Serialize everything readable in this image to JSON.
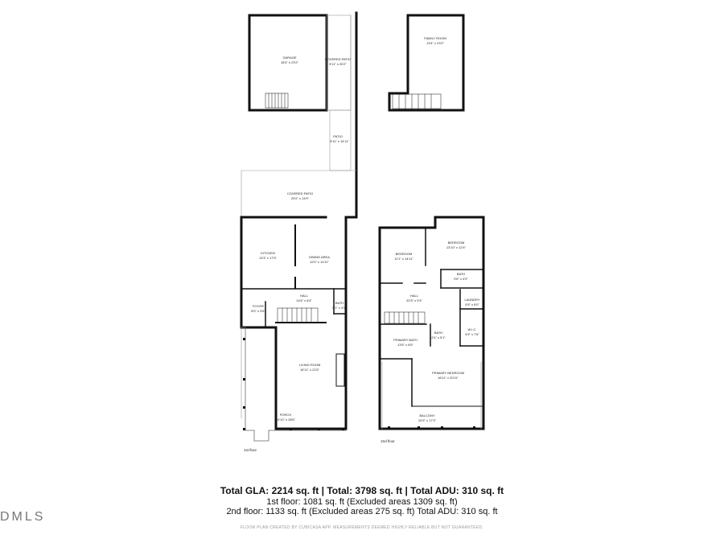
{
  "adu": {
    "garage": {
      "name": "GARAGE",
      "dims": "18'4\" x 23'2\""
    },
    "covered_patio_side": {
      "name": "COVERED PATIO",
      "dims": "5'11\" x 20'2\""
    },
    "patio": {
      "name": "PATIO",
      "dims": "5'11\" x 14'11\""
    },
    "family_room": {
      "name": "FAMILY ROOM",
      "dims": "13'4\" x 23'2\""
    }
  },
  "first_floor": {
    "label": "1st floor",
    "covered_patio": {
      "name": "COVERED PATIO",
      "dims": "29'2\" x 14'9\""
    },
    "kitchen": {
      "name": "KITCHEN",
      "dims": "13'3\" x 17'5\""
    },
    "dining": {
      "name": "DINING AREA",
      "dims": "12'0\" x 14'11\""
    },
    "foyer": {
      "name": "FOYER",
      "dims": "8'0\" x 9'5\""
    },
    "hall": {
      "name": "HALL",
      "dims": "14'6\" x 8'4\""
    },
    "bath": {
      "name": "BATH",
      "dims": "5'1\" x 4'9\""
    },
    "living": {
      "name": "LIVING ROOM",
      "dims": "16'11\" x 21'5\""
    },
    "porch": {
      "name": "PORCH",
      "dims": "24'10\" x 28'6\""
    }
  },
  "second_floor": {
    "label": "2nd floor",
    "bedroom1": {
      "name": "BEDROOM",
      "dims": "11'1\" x 14'11\""
    },
    "bedroom2": {
      "name": "BEDROOM",
      "dims": "13'10\" x 12'4\""
    },
    "bath": {
      "name": "BATH",
      "dims": "9'6\" x 4'9\""
    },
    "hall": {
      "name": "HALL",
      "dims": "20'3\" x 9'3\""
    },
    "laundry": {
      "name": "LAUNDRY",
      "dims": "4'9\" x 6'0\""
    },
    "wic": {
      "name": "W.I.C.",
      "dims": "4'9\" x 7'6\""
    },
    "primary_bath": {
      "name": "PRIMARY BATH",
      "dims": "13'5\" x 8'5\""
    },
    "bath_small": {
      "name": "BATH",
      "dims": "2'4\" x 5'1\""
    },
    "primary_bedroom": {
      "name": "PRIMARY BEDROOM",
      "dims": "16'11\" x 20'11\""
    },
    "balcony": {
      "name": "BALCONY",
      "dims": "24'9\" x 17'3\""
    }
  },
  "summary": {
    "total": "Total GLA: 2214 sq. ft | Total: 3798 sq. ft | Total ADU: 310 sq. ft",
    "first": "1st floor: 1081 sq. ft (Excluded areas 1309 sq. ft)",
    "second": "2nd floor: 1133 sq. ft (Excluded areas 275 sq. ft) Total ADU: 310 sq. ft",
    "disclaimer": "FLOOR PLAN CREATED BY CUBICASA APP. MEASUREMENTS DEEMED HIGHLY RELIABLE BUT NOT GUARANTEED."
  },
  "brand": "DMLS"
}
